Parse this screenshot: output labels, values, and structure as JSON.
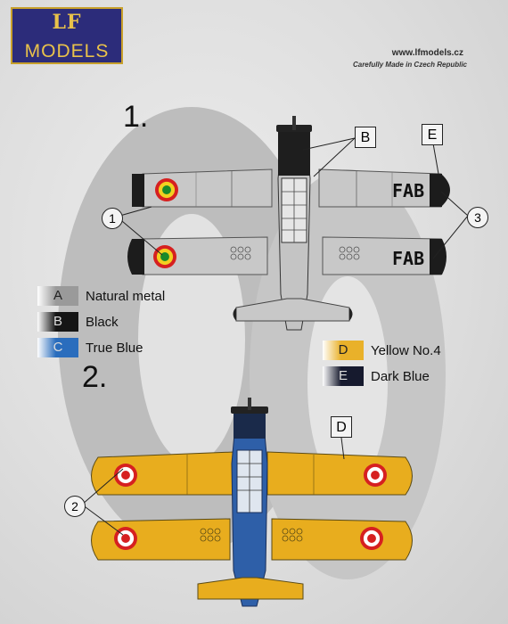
{
  "logo": {
    "brand": "LF",
    "sub": "MODELS"
  },
  "header": {
    "url": "www.lfmodels.cz",
    "tagline": "Carefully Made in Czech Republic"
  },
  "schemes": [
    {
      "number": "1.",
      "wing_code": "FAB",
      "color_main": "#c9c9c9",
      "color_fuselage": "#c4c4c4",
      "color_tips": "#222222"
    },
    {
      "number": "2.",
      "color_main": "#e8ad1e",
      "color_fuselage": "#2e5fa8",
      "color_tips": "#e8ad1e"
    }
  ],
  "legend_left": [
    {
      "letter": "A",
      "label": "Natural metal",
      "color": "#9a9a9a"
    },
    {
      "letter": "B",
      "label": "Black",
      "color": "#151515"
    },
    {
      "letter": "C",
      "label": "True Blue",
      "color": "#2a6dbd"
    }
  ],
  "legend_right": [
    {
      "letter": "D",
      "label": "Yellow No.4",
      "color": "#e9b12a"
    },
    {
      "letter": "E",
      "label": "Dark Blue",
      "color": "#161a2e"
    }
  ],
  "callouts": {
    "b": "B",
    "e": "E",
    "one": "1",
    "three": "3",
    "two": "2",
    "d": "D"
  },
  "roundel_colors": {
    "outer": "#d62020",
    "mid": "#f2d020",
    "center": "#1a8a2a",
    "white": "#ffffff"
  }
}
